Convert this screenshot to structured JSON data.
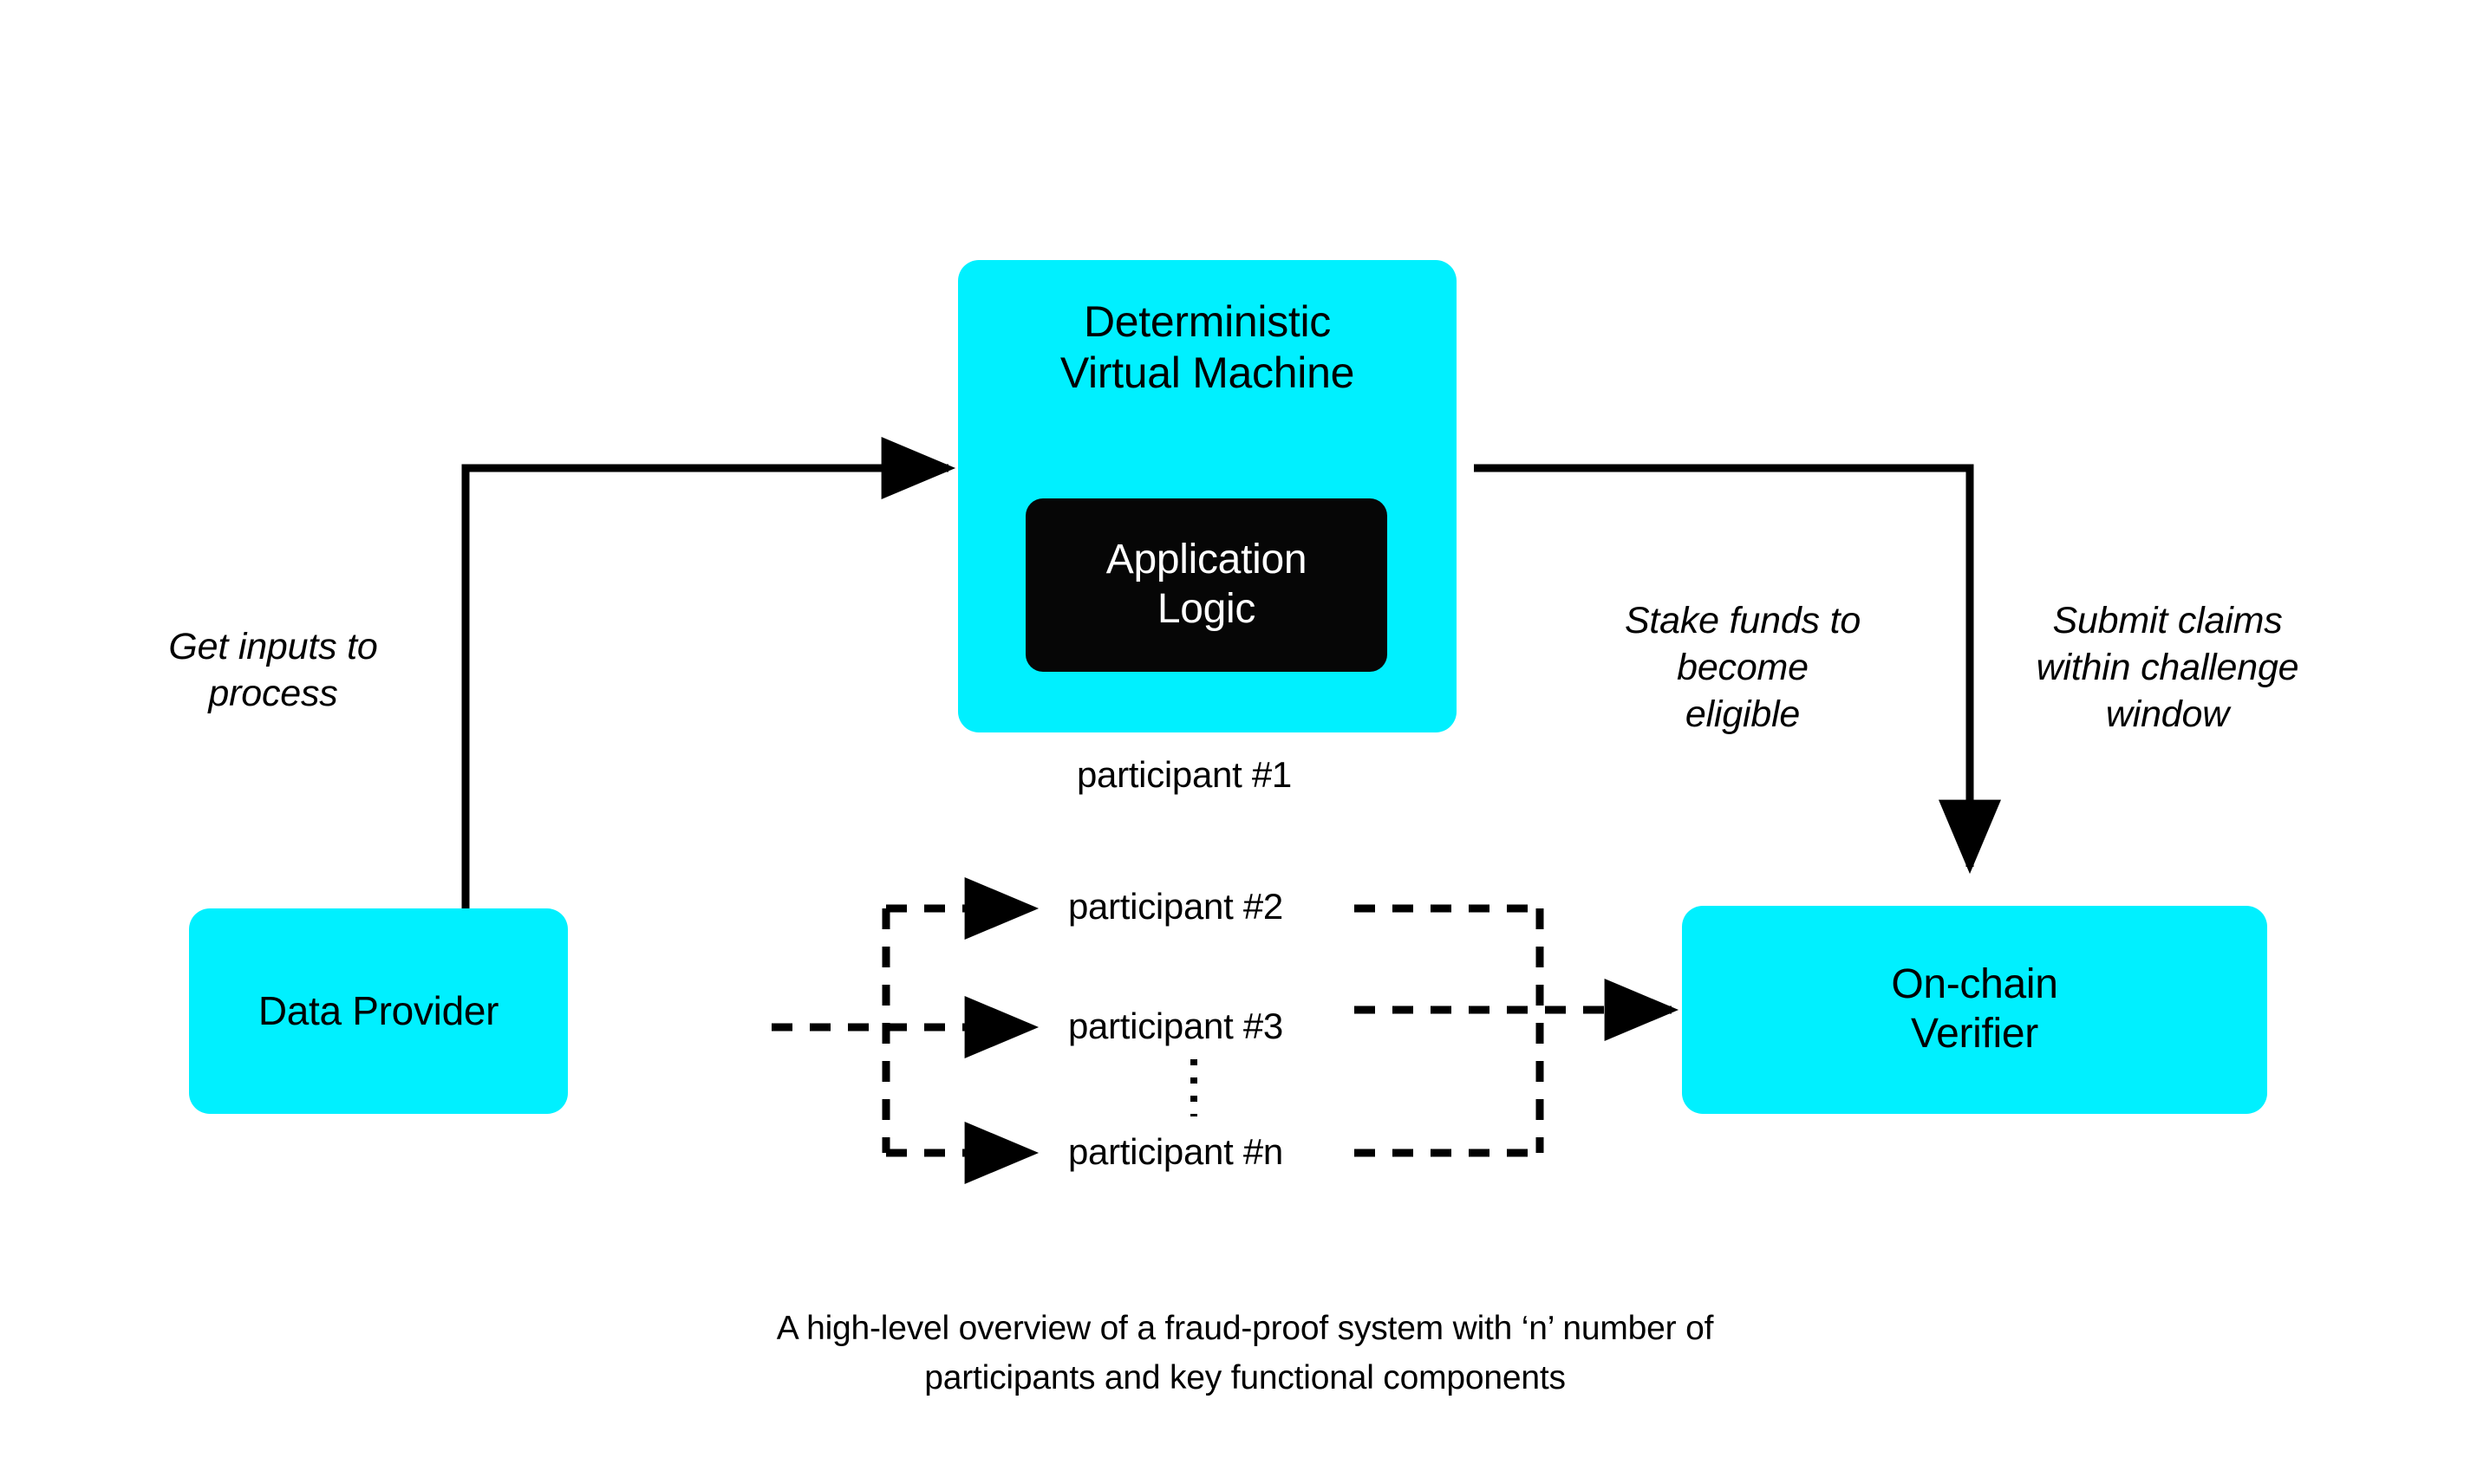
{
  "theme": {
    "accent_cyan": "#00f0ff",
    "dark": "#060606",
    "background": "#ffffff",
    "stroke": "#000000"
  },
  "diagram": {
    "title_caption_line1": "A high-level overview of a fraud-proof system with ‘n’ number of",
    "title_caption_line2": "participants and key functional components",
    "nodes": {
      "dvm": {
        "line1": "Deterministic",
        "line2": "Virtual Machine"
      },
      "application_logic": {
        "line1": "Application",
        "line2": "Logic"
      },
      "data_provider": {
        "label": "Data Provider"
      },
      "onchain_verifier": {
        "line1": "On-chain",
        "line2": "Verifier"
      }
    },
    "edge_labels": {
      "get_inputs": {
        "line1": "Get inputs to",
        "line2": "process"
      },
      "stake_funds": {
        "line1": "Stake funds to",
        "line2": "become",
        "line3": "eligible"
      },
      "submit_claims": {
        "line1": "Submit claims",
        "line2": "within challenge",
        "line3": "window"
      }
    },
    "participants": [
      {
        "id": "p1",
        "label": "participant #1"
      },
      {
        "id": "p2",
        "label": "participant #2"
      },
      {
        "id": "p3",
        "label": "participant #3"
      },
      {
        "id": "pn",
        "label": "participant #n"
      }
    ]
  }
}
